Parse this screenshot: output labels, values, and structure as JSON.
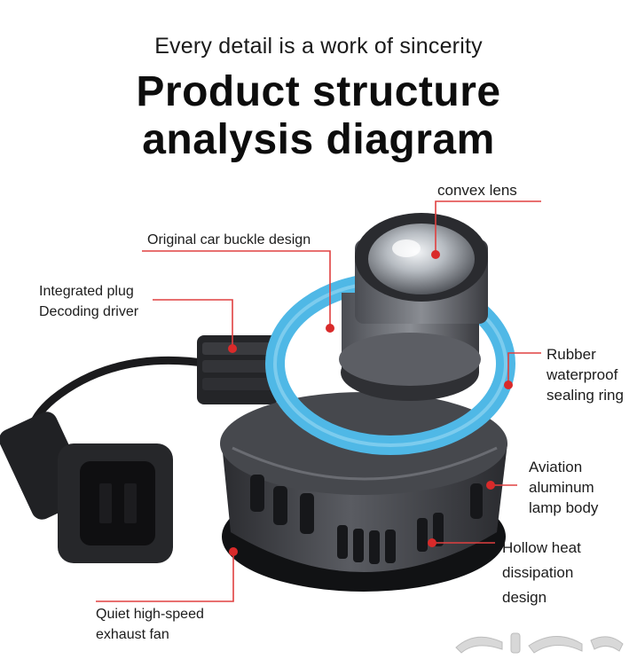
{
  "header": {
    "subtitle": "Every detail is a work of sincerity",
    "title_line1": "Product structure",
    "title_line2": "analysis diagram"
  },
  "labels": {
    "convex_lens": "convex lens",
    "car_buckle": "Original car buckle design",
    "plug_line1": "Integrated plug",
    "plug_line2": "Decoding driver",
    "rubber_line1": "Rubber",
    "rubber_line2": "waterproof",
    "rubber_line3": "sealing ring",
    "aviation_line1": "Aviation",
    "aviation_line2": "aluminum",
    "aviation_line3": "lamp body",
    "hollow_line1": "Hollow heat",
    "hollow_line2": "dissipation",
    "hollow_line3": "design",
    "fan_line1": "Quiet high-speed",
    "fan_line2": "exhaust fan"
  },
  "watermark": {
    "logo_text": "حراج"
  },
  "colors": {
    "callout_line": "#e04040",
    "callout_dot": "#d92a2a",
    "seal_ring": "#4fb8e6",
    "lamp_body": "#3c3d42"
  }
}
